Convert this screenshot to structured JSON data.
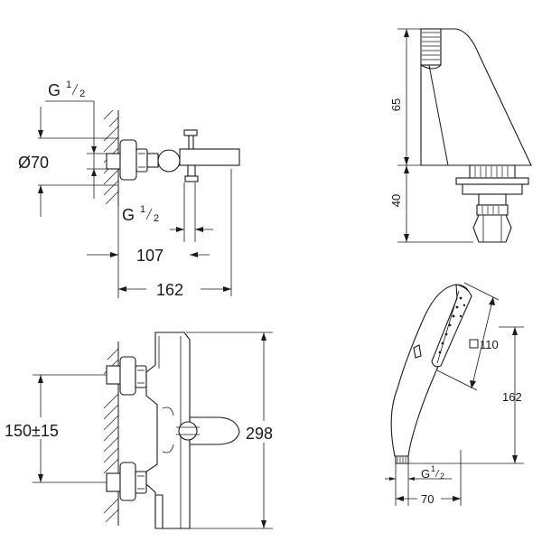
{
  "views": {
    "top_left": {
      "thread_top": {
        "main": "G",
        "num": "1",
        "den": "2"
      },
      "diameter": "Ø70",
      "thread_bottom": {
        "main": "G",
        "num": "1",
        "den": "2"
      },
      "dim_107": "107",
      "dim_162": "162"
    },
    "top_right": {
      "dim_65": "65",
      "dim_40": "40"
    },
    "bottom_left": {
      "dim_150": "150±15",
      "dim_298": "298"
    },
    "bottom_right": {
      "square_110": "110",
      "dim_162": "162",
      "thread": {
        "main": "G",
        "num": "1",
        "den": "2"
      },
      "dim_70": "70"
    }
  }
}
